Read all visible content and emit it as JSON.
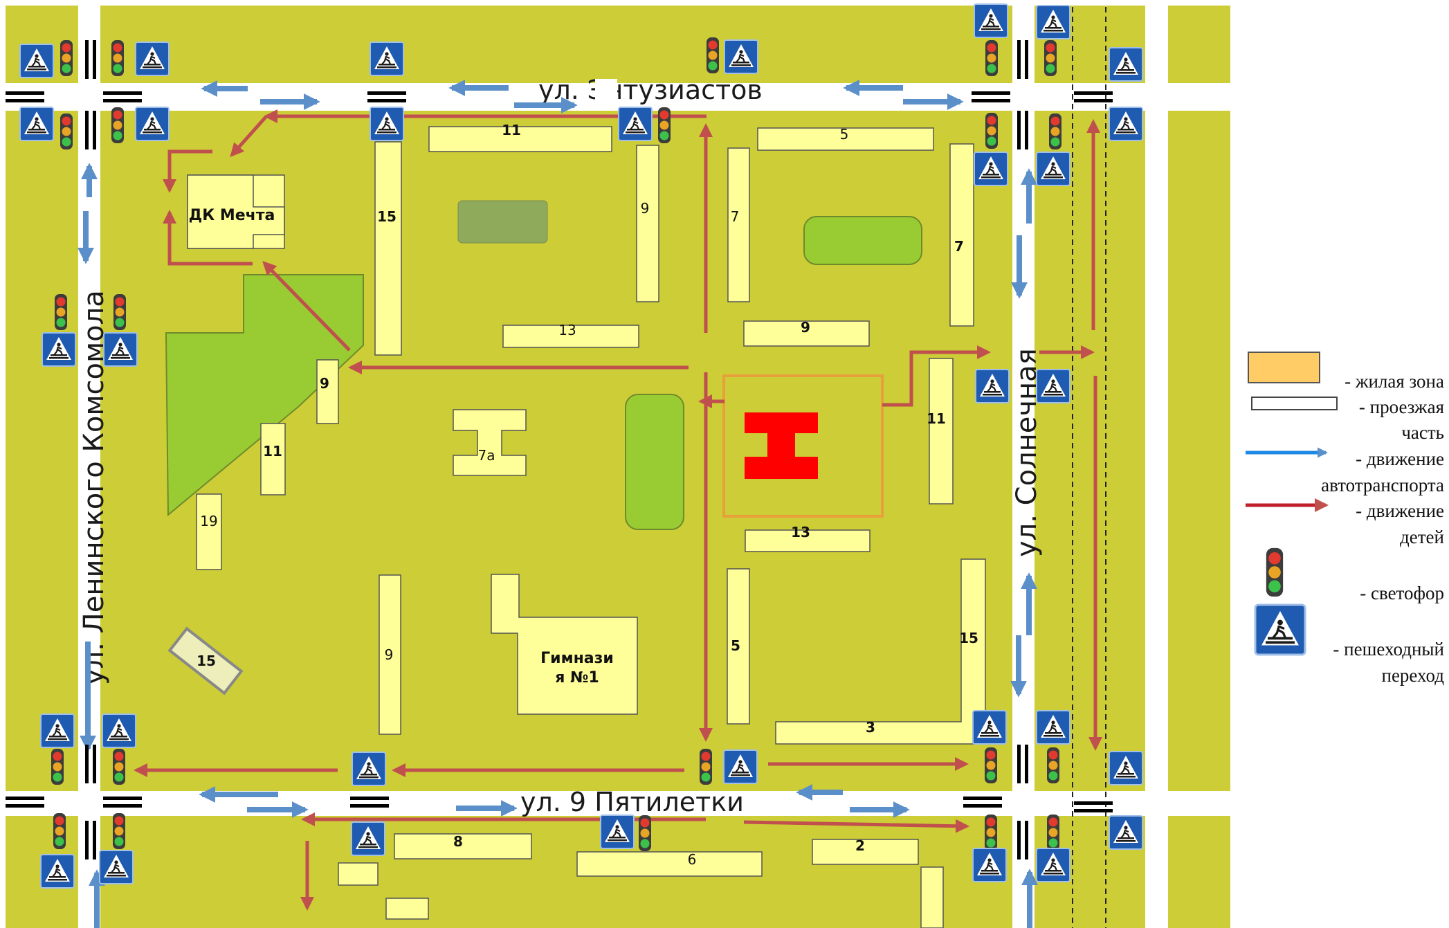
{
  "streets": {
    "top": "ул.  Энтузиастов",
    "bottom": "ул. 9 Пятилетки",
    "left": "ул. Ленинского Комсомола",
    "right": "ул. Солнечная"
  },
  "buildings": [
    {
      "id": "b11-top",
      "label": "11",
      "bold": true
    },
    {
      "id": "b15-left",
      "label": "15",
      "bold": true
    },
    {
      "id": "b9-mid",
      "label": "9",
      "bold": false
    },
    {
      "id": "b7-mid",
      "label": "7",
      "bold": false
    },
    {
      "id": "b5-top",
      "label": "5",
      "bold": false
    },
    {
      "id": "b7-right",
      "label": "7",
      "bold": true
    },
    {
      "id": "b13-mid",
      "label": "13",
      "bold": false
    },
    {
      "id": "b9-right",
      "label": "9",
      "bold": true
    },
    {
      "id": "b9-small",
      "label": "9",
      "bold": true
    },
    {
      "id": "b11-small",
      "label": "11",
      "bold": true
    },
    {
      "id": "b19",
      "label": "19",
      "bold": false
    },
    {
      "id": "b7a",
      "label": "7а",
      "bold": false
    },
    {
      "id": "b11-right",
      "label": "11",
      "bold": true
    },
    {
      "id": "b13-low",
      "label": "13",
      "bold": true
    },
    {
      "id": "b9-low",
      "label": "9",
      "bold": false
    },
    {
      "id": "b5-low",
      "label": "5",
      "bold": true
    },
    {
      "id": "b15-right",
      "label": "15",
      "bold": true
    },
    {
      "id": "b3",
      "label": "3",
      "bold": true
    },
    {
      "id": "b15-rot",
      "label": "15",
      "bold": true
    },
    {
      "id": "b8",
      "label": "8",
      "bold": true
    },
    {
      "id": "b6",
      "label": "6",
      "bold": false
    },
    {
      "id": "b2",
      "label": "2",
      "bold": true
    }
  ],
  "landmarks": {
    "dk": "ДК Мечта",
    "gym_line1": "Гимнази",
    "gym_line2": "я №1"
  },
  "legend": {
    "residential": "- жилая зона",
    "roadway_1": "- проезжая",
    "roadway_2": "часть",
    "traffic_1": "- движение",
    "traffic_2": "автотранспорта",
    "children_1": "- движение",
    "children_2": "детей",
    "lights": "- светофор",
    "crossing_1": "- пешеходный",
    "crossing_2": "переход"
  },
  "colors": {
    "ground": "#cdcd37",
    "building": "#ffff99",
    "residential": "#ffcc66",
    "traffic_arrow": "#5b8fc9",
    "children_arrow": "#c0504d",
    "park": "#99cc33",
    "school_mark": "#ff0000",
    "sign_blue": "#1f5bb0"
  }
}
